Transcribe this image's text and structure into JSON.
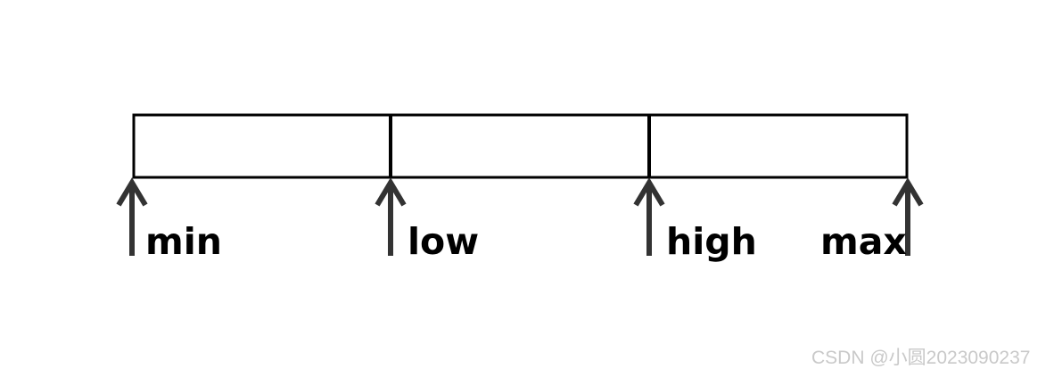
{
  "diagram": {
    "labels": {
      "min": "min",
      "low": "low",
      "high": "high",
      "max": "max"
    },
    "segments": 3,
    "colors": {
      "stroke": "#000000",
      "arrow": "#333333",
      "watermark": "#c9c9c9"
    }
  },
  "watermark": "CSDN @小圆2023090237"
}
